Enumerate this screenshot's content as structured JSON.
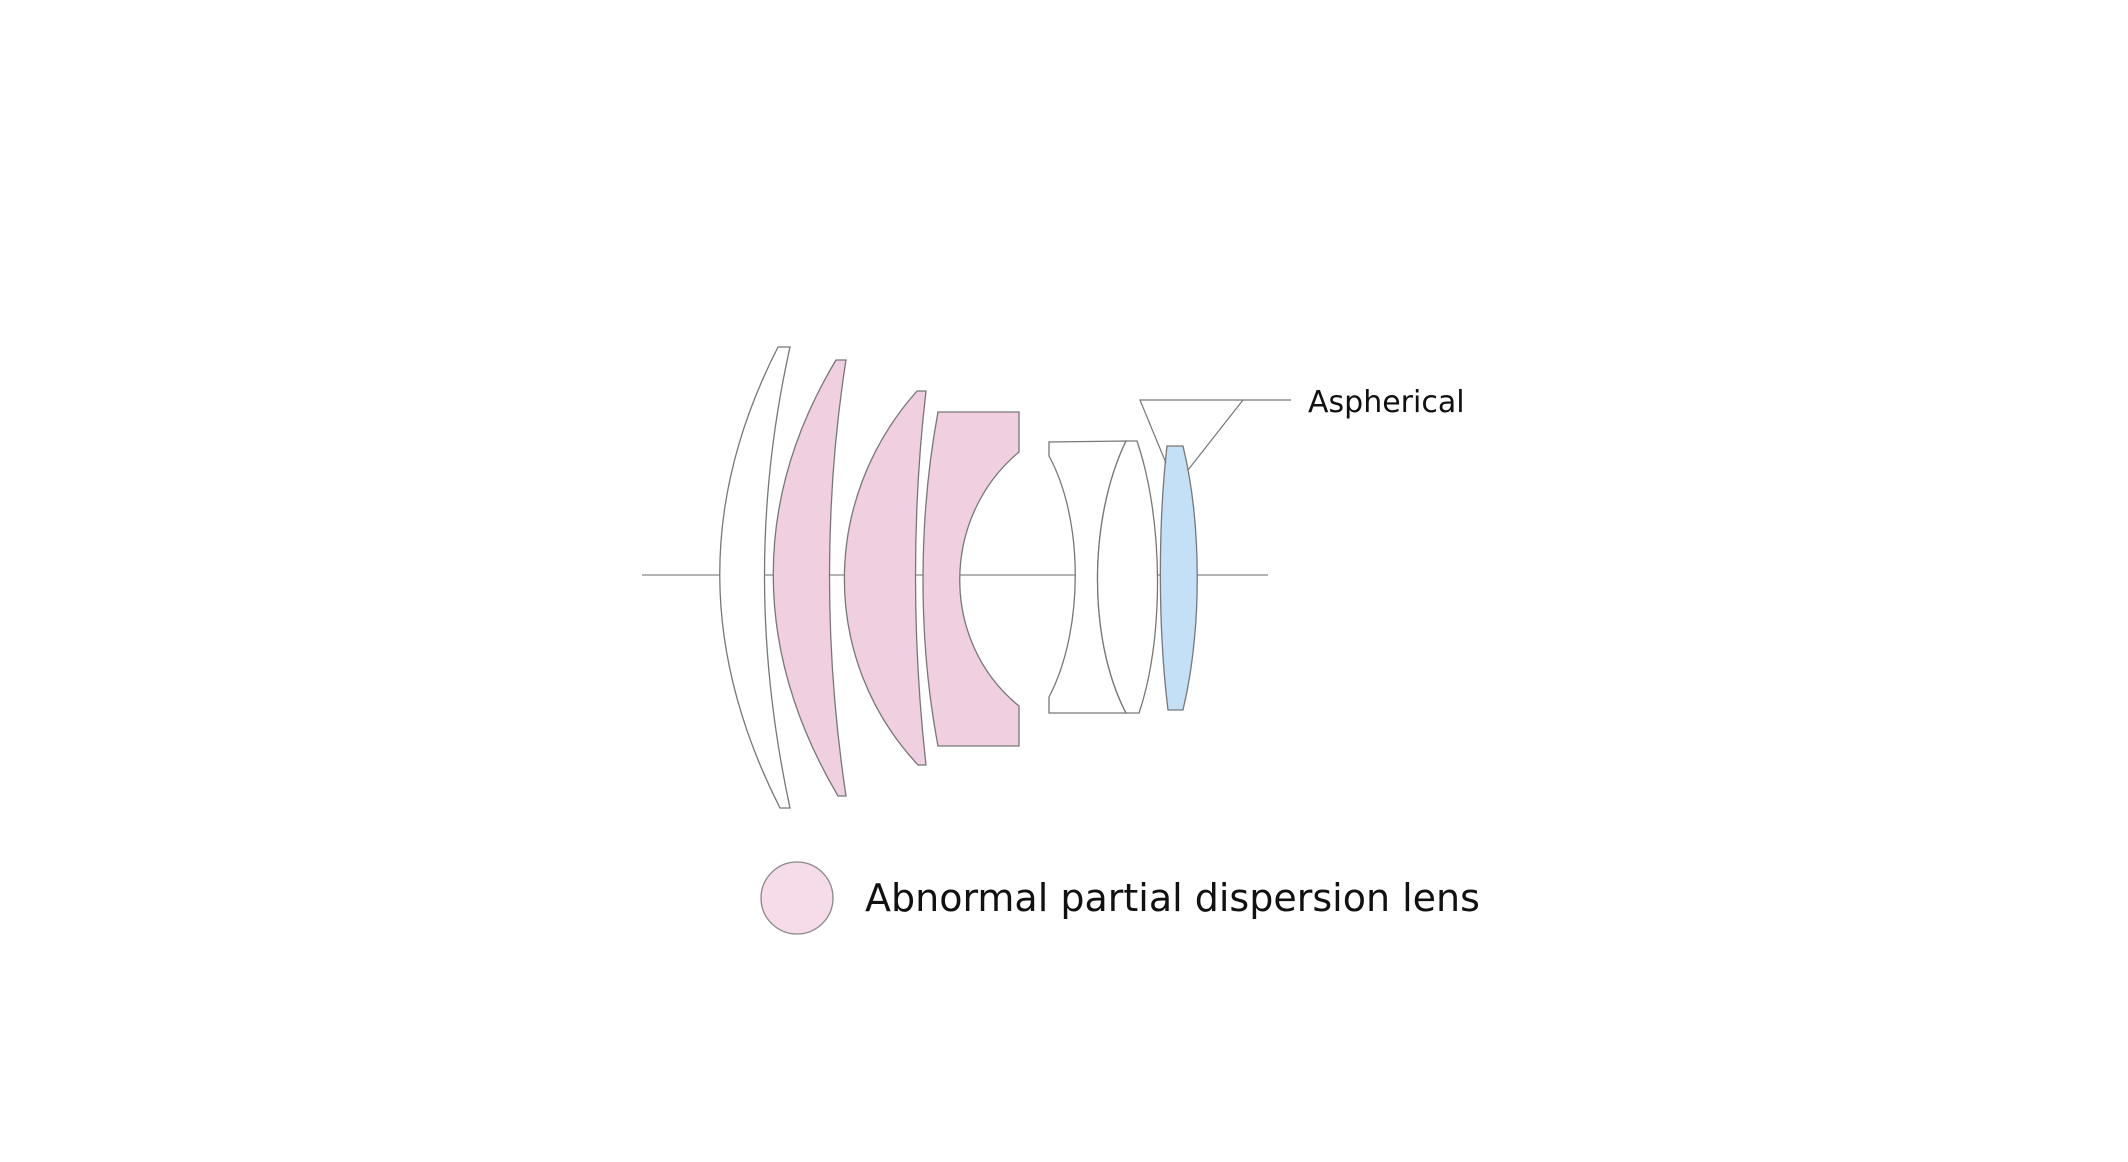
{
  "colors": {
    "background": "#ffffff",
    "outline": "#777777",
    "abnormal_partial_dispersion": "#f0cfe0",
    "abnormal_partial_dispersion_legend": "#f6dce8",
    "aspherical": "#c3e0f6",
    "plain_glass": "#ffffff"
  },
  "lens_elements": [
    {
      "id": 1,
      "type": "plain",
      "fill_key": "plain_glass"
    },
    {
      "id": 2,
      "type": "abnormal-partial-dispersion",
      "fill_key": "abnormal_partial_dispersion"
    },
    {
      "id": 3,
      "type": "abnormal-partial-dispersion",
      "fill_key": "abnormal_partial_dispersion"
    },
    {
      "id": 4,
      "type": "abnormal-partial-dispersion",
      "fill_key": "abnormal_partial_dispersion"
    },
    {
      "id": 5,
      "type": "plain",
      "fill_key": "plain_glass"
    },
    {
      "id": 6,
      "type": "plain",
      "fill_key": "plain_glass"
    },
    {
      "id": 7,
      "type": "aspherical",
      "fill_key": "aspherical"
    }
  ],
  "callout": {
    "label": "Aspherical"
  },
  "legend": {
    "label": "Abnormal partial dispersion lens",
    "swatch_fill_key": "abnormal_partial_dispersion_legend"
  }
}
